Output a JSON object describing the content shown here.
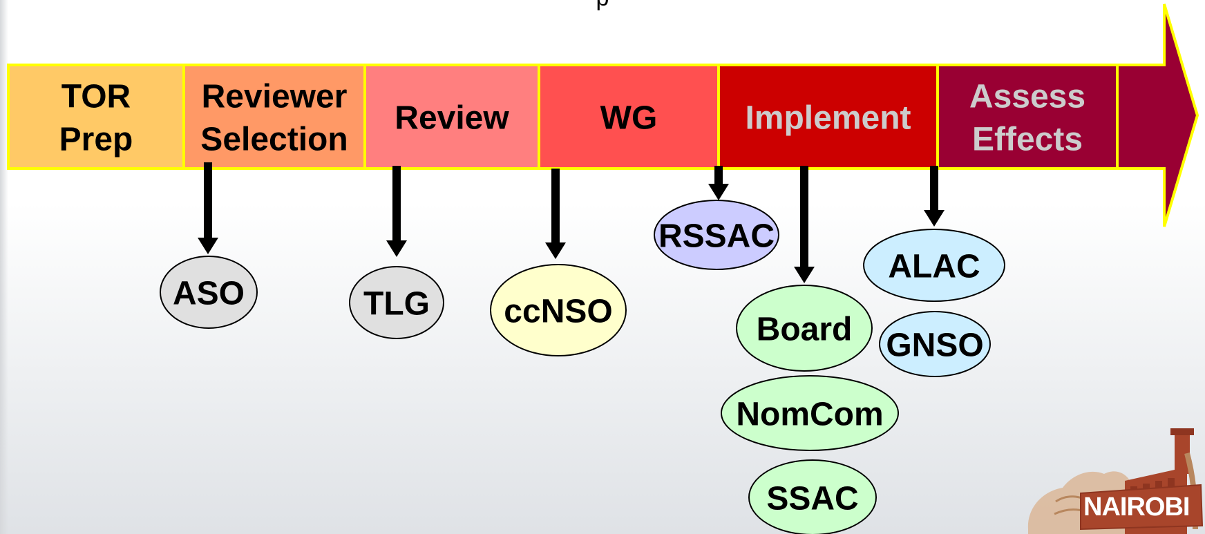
{
  "diagram": {
    "top_caption": "p",
    "stages": [
      {
        "id": "tor",
        "lines": [
          "TOR",
          "Prep"
        ],
        "fill": "#FFC966",
        "text_color": "#000000"
      },
      {
        "id": "reviewer",
        "lines": [
          "Reviewer",
          "Selection"
        ],
        "fill": "#FF9966",
        "text_color": "#000000"
      },
      {
        "id": "review",
        "lines": [
          "Review"
        ],
        "fill": "#FF7F7F",
        "text_color": "#000000"
      },
      {
        "id": "wg",
        "lines": [
          "WG"
        ],
        "fill": "#FF5050",
        "text_color": "#000000"
      },
      {
        "id": "implement",
        "lines": [
          "Implement"
        ],
        "fill": "#CC0000",
        "text_color": "#CCCCCC"
      },
      {
        "id": "assess",
        "lines": [
          "Assess",
          "Effects"
        ],
        "fill": "#990033",
        "text_color": "#CCCCCC"
      }
    ],
    "arrow_head_fill": "#990033",
    "border_color": "#FFFF00",
    "bubbles": [
      {
        "label": "ASO",
        "fill": "#E0E0E0"
      },
      {
        "label": "TLG",
        "fill": "#E0E0E0"
      },
      {
        "label": "ccNSO",
        "fill": "#FFFFCC"
      },
      {
        "label": "RSSAC",
        "fill": "#CCCCFF"
      },
      {
        "label": "Board",
        "fill": "#CCFFCC"
      },
      {
        "label": "NomCom",
        "fill": "#CCFFCC"
      },
      {
        "label": "SSAC",
        "fill": "#CCFFCC"
      },
      {
        "label": "ALAC",
        "fill": "#CCEEFF"
      },
      {
        "label": "GNSO",
        "fill": "#CCEEFF"
      }
    ]
  },
  "logo": {
    "text": "NAIROBI",
    "colors": {
      "body": "#A8452B",
      "sand": "#D9B08C"
    }
  }
}
